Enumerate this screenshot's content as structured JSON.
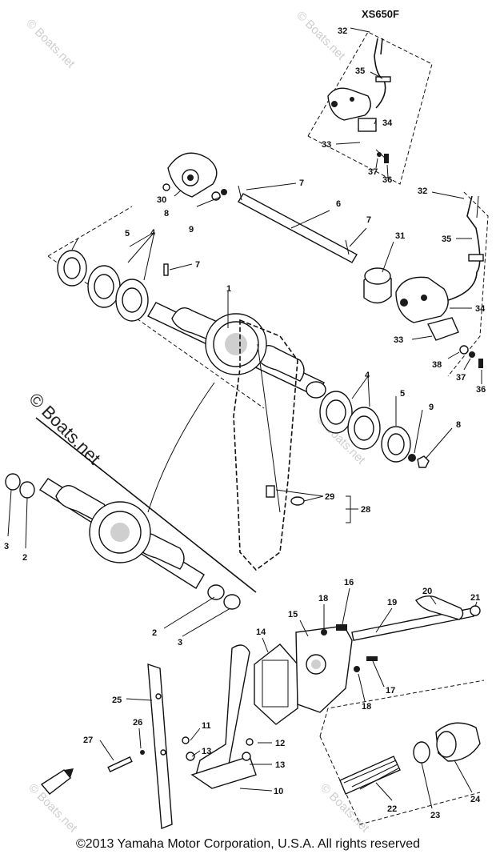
{
  "model_label": "XS650F",
  "callouts": [
    "1",
    "2",
    "3",
    "4",
    "5",
    "6",
    "7",
    "8",
    "9",
    "10",
    "11",
    "12",
    "13",
    "14",
    "15",
    "16",
    "17",
    "18",
    "19",
    "20",
    "21",
    "22",
    "23",
    "24",
    "25",
    "26",
    "27",
    "28",
    "29",
    "30",
    "31",
    "32",
    "33",
    "34",
    "35",
    "36",
    "37",
    "38"
  ],
  "watermark": "© Boats.net",
  "copyright": "©2013 Yamaha Motor Corporation, U.S.A. All rights reserved"
}
